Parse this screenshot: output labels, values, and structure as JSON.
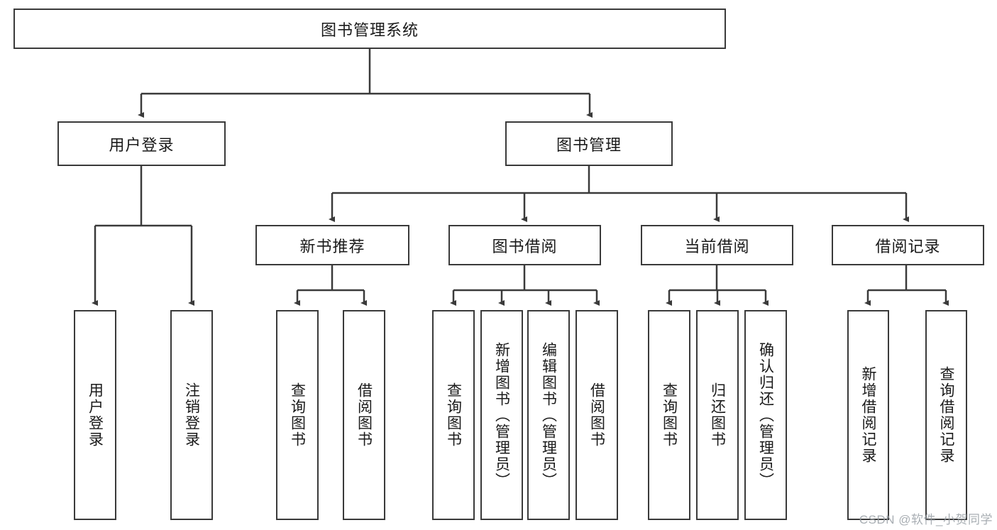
{
  "diagram": {
    "type": "tree",
    "title": "图书管理系统",
    "root": {
      "label": "图书管理系统"
    },
    "level1": [
      {
        "label": "用户登录"
      },
      {
        "label": "图书管理"
      }
    ],
    "level2": [
      {
        "label": "新书推荐"
      },
      {
        "label": "图书借阅"
      },
      {
        "label": "当前借阅"
      },
      {
        "label": "借阅记录"
      }
    ],
    "leaves": {
      "user_login": [
        {
          "label": "用户登录"
        },
        {
          "label": "注销登录"
        }
      ],
      "new_book_recommend": [
        {
          "label": "查询图书"
        },
        {
          "label": "借阅图书"
        }
      ],
      "book_borrow": [
        {
          "label": "查询图书"
        },
        {
          "label": "新增图书（管理员）"
        },
        {
          "label": "编辑图书（管理员）"
        },
        {
          "label": "借阅图书"
        }
      ],
      "current_borrow": [
        {
          "label": "查询图书"
        },
        {
          "label": "归还图书"
        },
        {
          "label": "确认归还（管理员）"
        }
      ],
      "borrow_record": [
        {
          "label": "新增借阅记录"
        },
        {
          "label": "查询借阅记录"
        }
      ]
    }
  },
  "watermark": {
    "text": "CSDN @软件_小贺同学"
  },
  "colors": {
    "border": "#3a3a3a",
    "background": "#ffffff",
    "text": "#1a1a1a",
    "watermark": "#9aa0a6"
  }
}
